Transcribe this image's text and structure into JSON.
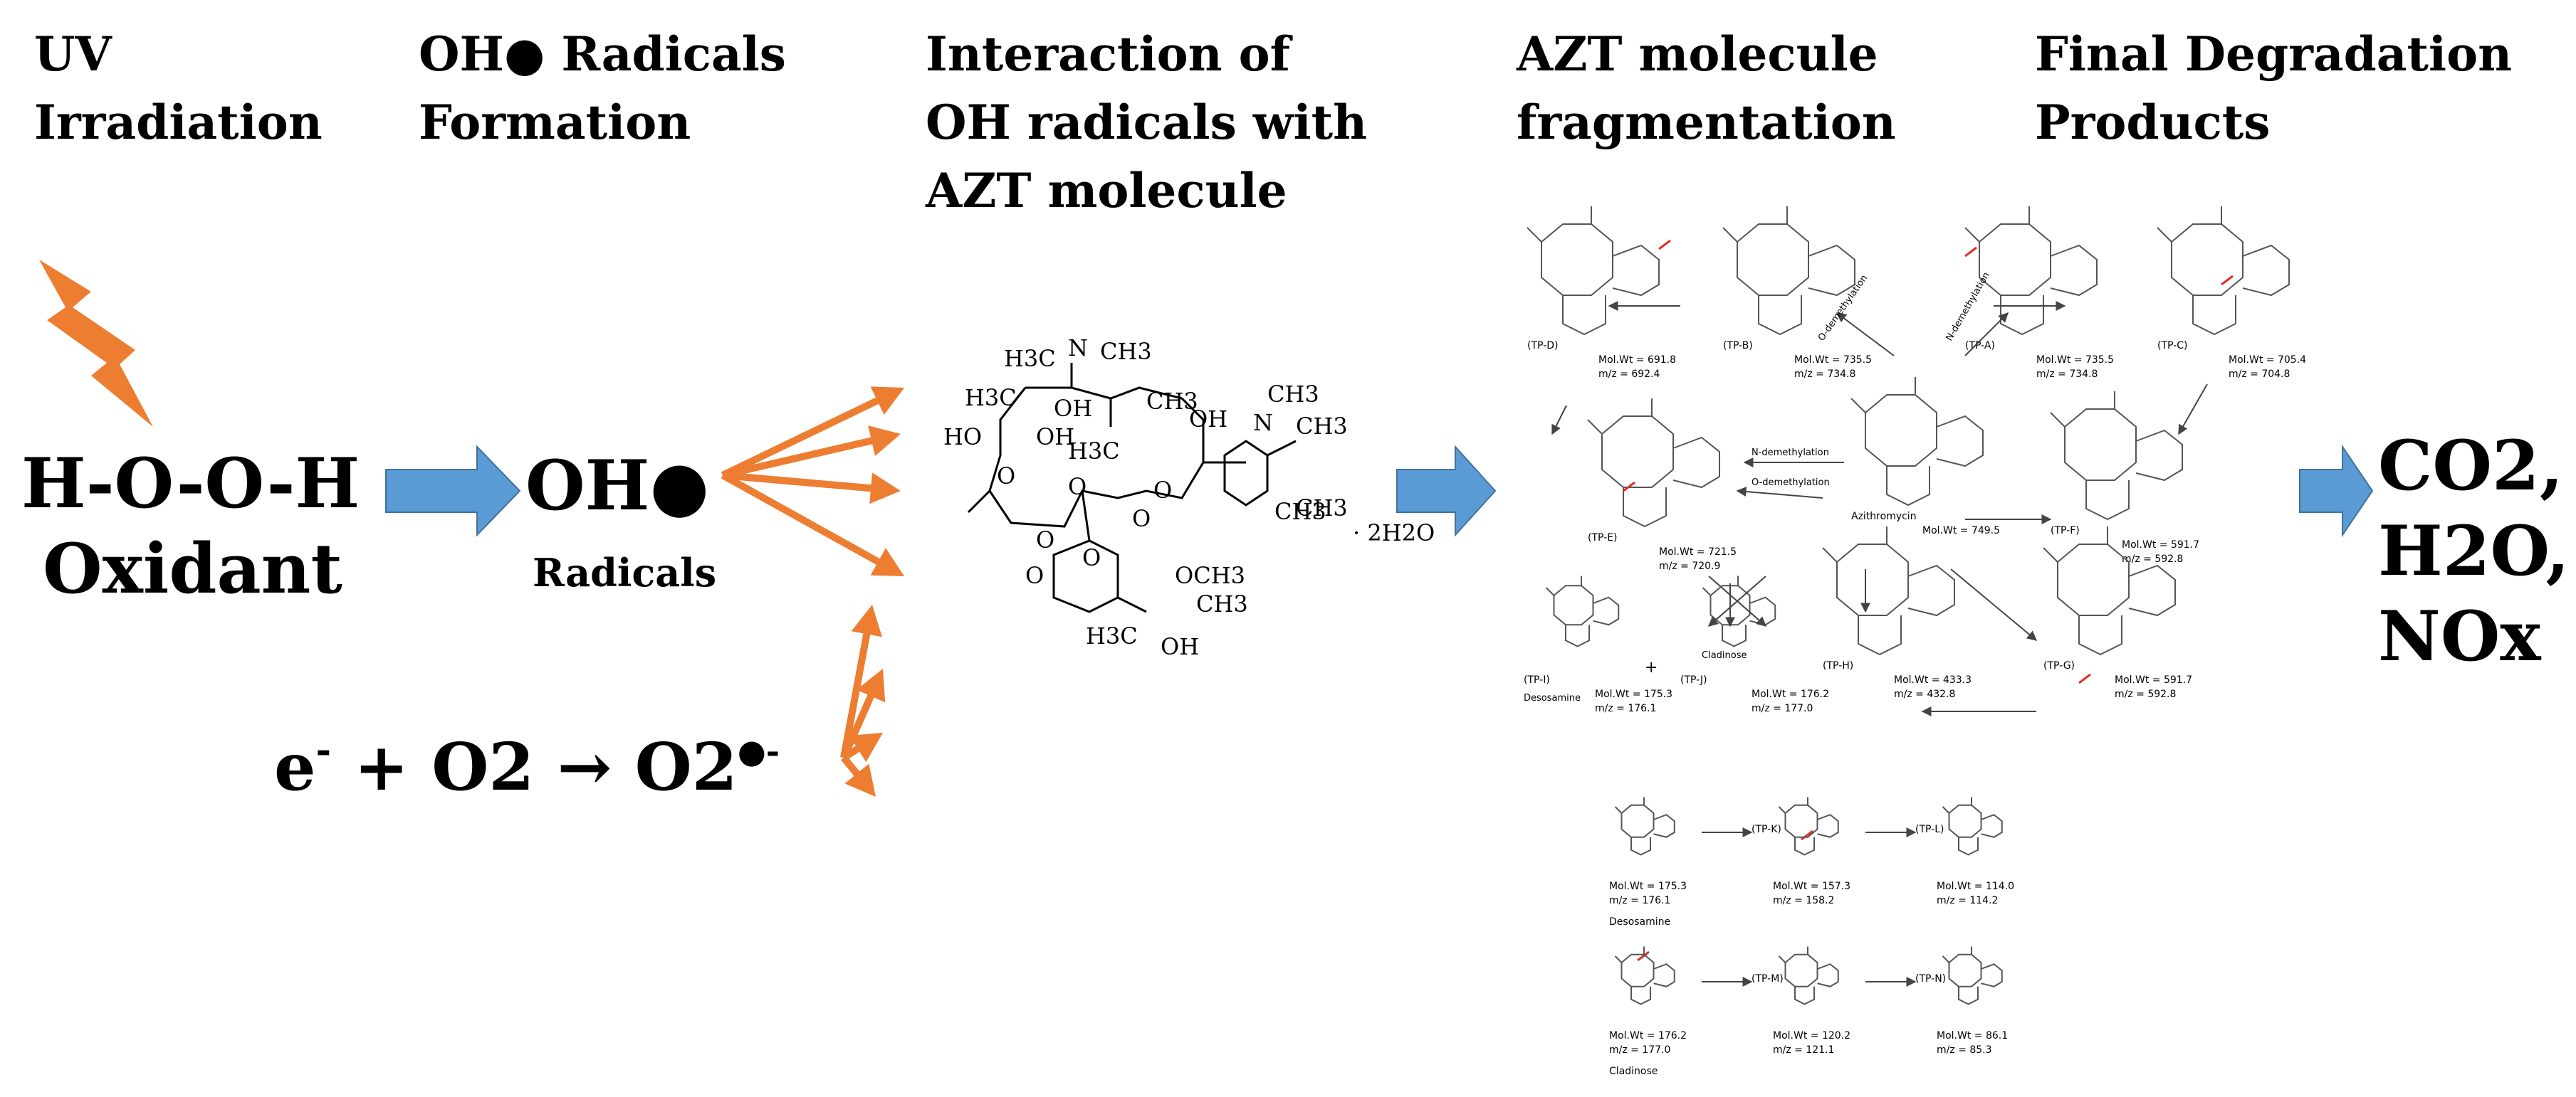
{
  "colors": {
    "arrow_orange": "#ED7D31",
    "arrow_blue": "#5B9BD5",
    "text": "#000000",
    "structure_line": "#444444",
    "highlight_red": "#e0302a"
  },
  "headers": [
    [
      "UV",
      "Irradiation"
    ],
    [
      "OH● Radicals",
      "Formation"
    ],
    [
      "Interaction of",
      "OH radicals with",
      "AZT molecule"
    ],
    [
      "AZT molecule",
      "fragmentation"
    ],
    [
      "Final Degradation",
      "Products"
    ]
  ],
  "left": {
    "icon": "lightning-bolt-icon",
    "oxidant_formula": "H-O-O-H",
    "oxidant_label": "Oxidant",
    "radical_symbol": "OH●",
    "radical_label": "Radicals",
    "superoxide_equation": {
      "electron": "e",
      "electron_sup": "-",
      "middle": " + O2 → O2",
      "product_sup": "●-"
    }
  },
  "azt_structure": {
    "labels": [
      "H3C",
      "N",
      "CH3",
      "H3C",
      "OH",
      "CH3",
      "HO",
      "OH",
      "OH",
      "N",
      "CH3",
      "CH3",
      "H3C",
      "O",
      "O",
      "O",
      "O",
      "CH3",
      "CH3",
      "O",
      "O",
      "OCH3",
      "CH3",
      "H3C",
      "OH",
      "O",
      "· 2H2O"
    ]
  },
  "fragmentation_panel": {
    "products": [
      {
        "id": "(TP-D)",
        "mw": "Mol.Wt = 691.8",
        "mz": "m/z = 692.4"
      },
      {
        "id": "(TP-B)",
        "mw": "Mol.Wt = 735.5",
        "mz": "m/z = 734.8"
      },
      {
        "id": "(TP-A)",
        "mw": "Mol.Wt = 735.5",
        "mz": "m/z = 734.8"
      },
      {
        "id": "(TP-C)",
        "mw": "Mol.Wt = 705.4",
        "mz": "m/z = 704.8"
      },
      {
        "id": "(TP-E)",
        "mw": "Mol.Wt = 721.5",
        "mz": "m/z = 720.9"
      },
      {
        "id": "Azithromycin",
        "mw": "Mol.Wt = 749.5",
        "mz": ""
      },
      {
        "id": "(TP-F)",
        "mw": "Mol.Wt = 591.7",
        "mz": "m/z = 592.8"
      },
      {
        "id": "(TP-G)",
        "mw": "Mol.Wt = 591.7",
        "mz": "m/z = 592.8"
      },
      {
        "id": "(TP-H)",
        "mw": "Mol.Wt = 433.3",
        "mz": "m/z = 432.8"
      },
      {
        "id": "(TP-I)",
        "mw": "Mol.Wt = 175.3",
        "mz": "m/z = 176.1"
      },
      {
        "id": "(TP-J)",
        "mw": "Mol.Wt = 176.2",
        "mz": "m/z = 177.0"
      }
    ],
    "pathway_labels": [
      "O-demethylation",
      "N-demethylation",
      "N-demethylation",
      "O-demethylation"
    ],
    "desosamine_label": "Desosamine",
    "cladinose_label": "Cladinose",
    "plus_sign": "+",
    "row2": [
      {
        "id": "",
        "mw": "Mol.Wt = 175.3",
        "mz": "m/z = 176.1",
        "name": "Desosamine"
      },
      {
        "id": "(TP-K)",
        "mw": "Mol.Wt = 157.3",
        "mz": "m/z = 158.2",
        "name": ""
      },
      {
        "id": "(TP-L)",
        "mw": "Mol.Wt = 114.0",
        "mz": "m/z = 114.2",
        "name": ""
      }
    ],
    "row3": [
      {
        "id": "",
        "mw": "Mol.Wt = 176.2",
        "mz": "m/z = 177.0",
        "name": "Cladinose"
      },
      {
        "id": "(TP-M)",
        "mw": "Mol.Wt = 120.2",
        "mz": "m/z = 121.1",
        "name": ""
      },
      {
        "id": "(TP-N)",
        "mw": "Mol.Wt = 86.1",
        "mz": "m/z = 85.3",
        "name": ""
      }
    ]
  },
  "final_products": [
    "CO2,",
    "H2O,",
    "NOx"
  ]
}
